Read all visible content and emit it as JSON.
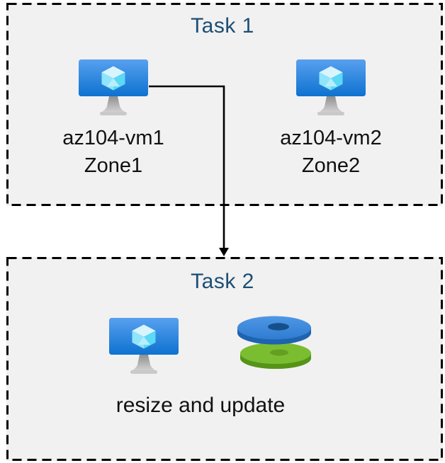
{
  "diagram": {
    "type": "azure-task-flow",
    "background_color": "#ffffff",
    "panel_background": "#f1f1f2",
    "panel_border_color": "#000000",
    "title_color": "#1c4e74",
    "label_color": "#111111"
  },
  "task1": {
    "title": "Task 1",
    "vms": [
      {
        "name": "az104-vm1",
        "zone": "Zone1",
        "icon": "virtual-machine-icon"
      },
      {
        "name": "az104-vm2",
        "zone": "Zone2",
        "icon": "virtual-machine-icon"
      }
    ]
  },
  "task2": {
    "title": "Task 2",
    "caption": "resize and update",
    "icons": [
      "virtual-machine-icon",
      "disks-icon"
    ]
  },
  "connector": {
    "from": "az104-vm1",
    "to": "Task 2",
    "style": "elbow-arrow",
    "color": "#000000"
  },
  "icon_colors": {
    "vm_screen_gradient_top": "#58a0ef",
    "vm_screen_gradient_bottom": "#0d72d0",
    "vm_cube_top": "#d8f4fd",
    "vm_cube_left": "#8fe5fa",
    "vm_cube_right": "#5bd9f6",
    "vm_stand": "#b5b5b5",
    "disk_blue_top": "#3f8cdf",
    "disk_blue_side": "#1e63b0",
    "disk_blue_hole": "#155089",
    "disk_green_top": "#7abd30",
    "disk_green_side": "#559417",
    "disk_green_hole": "#649f22"
  }
}
